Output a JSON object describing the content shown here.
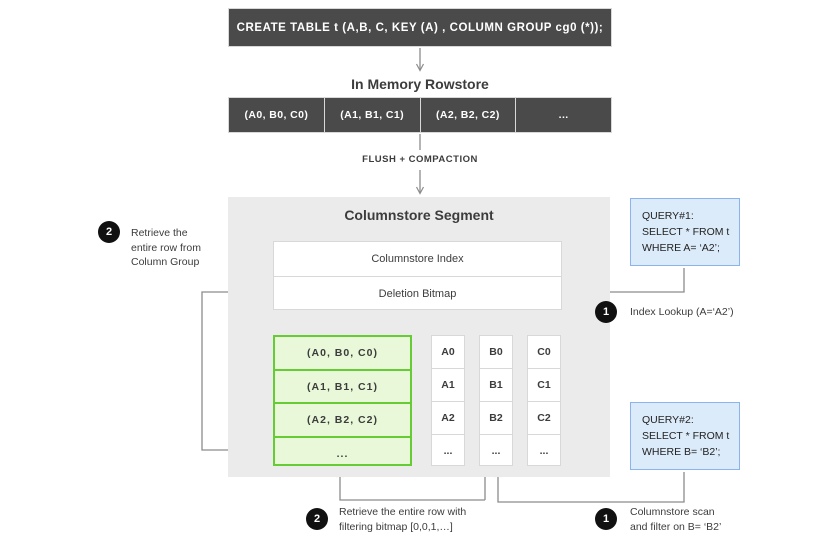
{
  "ddl": {
    "statement": "CREATE TABLE  t (A,B, C, KEY (A) , COLUMN GROUP cg0 (*));"
  },
  "rowstore": {
    "title": "In Memory Rowstore",
    "cells": [
      "(A0, B0, C0)",
      "(A1, B1, C1)",
      "(A2, B2, C2)",
      "..."
    ]
  },
  "flush_label": "FLUSH + COMPACTION",
  "segment": {
    "title": "Columnstore Segment",
    "index_label": "Columnstore Index",
    "bitmap_label": "Deletion Bitmap",
    "column_group": {
      "rows": [
        "(A0, B0, C0)",
        "(A1, B1, C1)",
        "(A2, B2, C2)",
        "..."
      ]
    },
    "columns": [
      {
        "name": "A",
        "values": [
          "A0",
          "A1",
          "A2",
          "..."
        ]
      },
      {
        "name": "B",
        "values": [
          "B0",
          "B1",
          "B2",
          "..."
        ]
      },
      {
        "name": "C",
        "values": [
          "C0",
          "C1",
          "C2",
          "..."
        ]
      }
    ]
  },
  "queries": {
    "q1": {
      "header": "QUERY#1:",
      "line2": "SELECT * FROM t",
      "line3": "WHERE A= ‘A2’;"
    },
    "q2": {
      "header": "QUERY#2:",
      "line2": "SELECT * FROM t",
      "line3": "WHERE B= ‘B2’;"
    }
  },
  "notes": {
    "left_step2": {
      "num": "2",
      "line1": "Retrieve the",
      "line2": "entire row from",
      "line3": "Column Group"
    },
    "right_step1": {
      "num": "1",
      "line1": "Index Lookup (A=‘A2’)",
      "line2": ""
    },
    "bottom_step2": {
      "num": "2",
      "line1": "Retrieve the entire row with",
      "line2": "filtering bitmap [0,0,1,…]"
    },
    "bottom_step1": {
      "num": "1",
      "line1": "Columnstore scan",
      "line2": "and filter on B= ‘B2’"
    }
  },
  "colors": {
    "dark_bar": "#4a4a4a",
    "segment_bg": "#ebebeb",
    "group_border": "#66cc33",
    "group_fill": "#e9f8d9",
    "query_fill": "#dcebfa",
    "query_border": "#8ab4f0",
    "badge": "#111111",
    "wire": "#8c8c8c"
  }
}
